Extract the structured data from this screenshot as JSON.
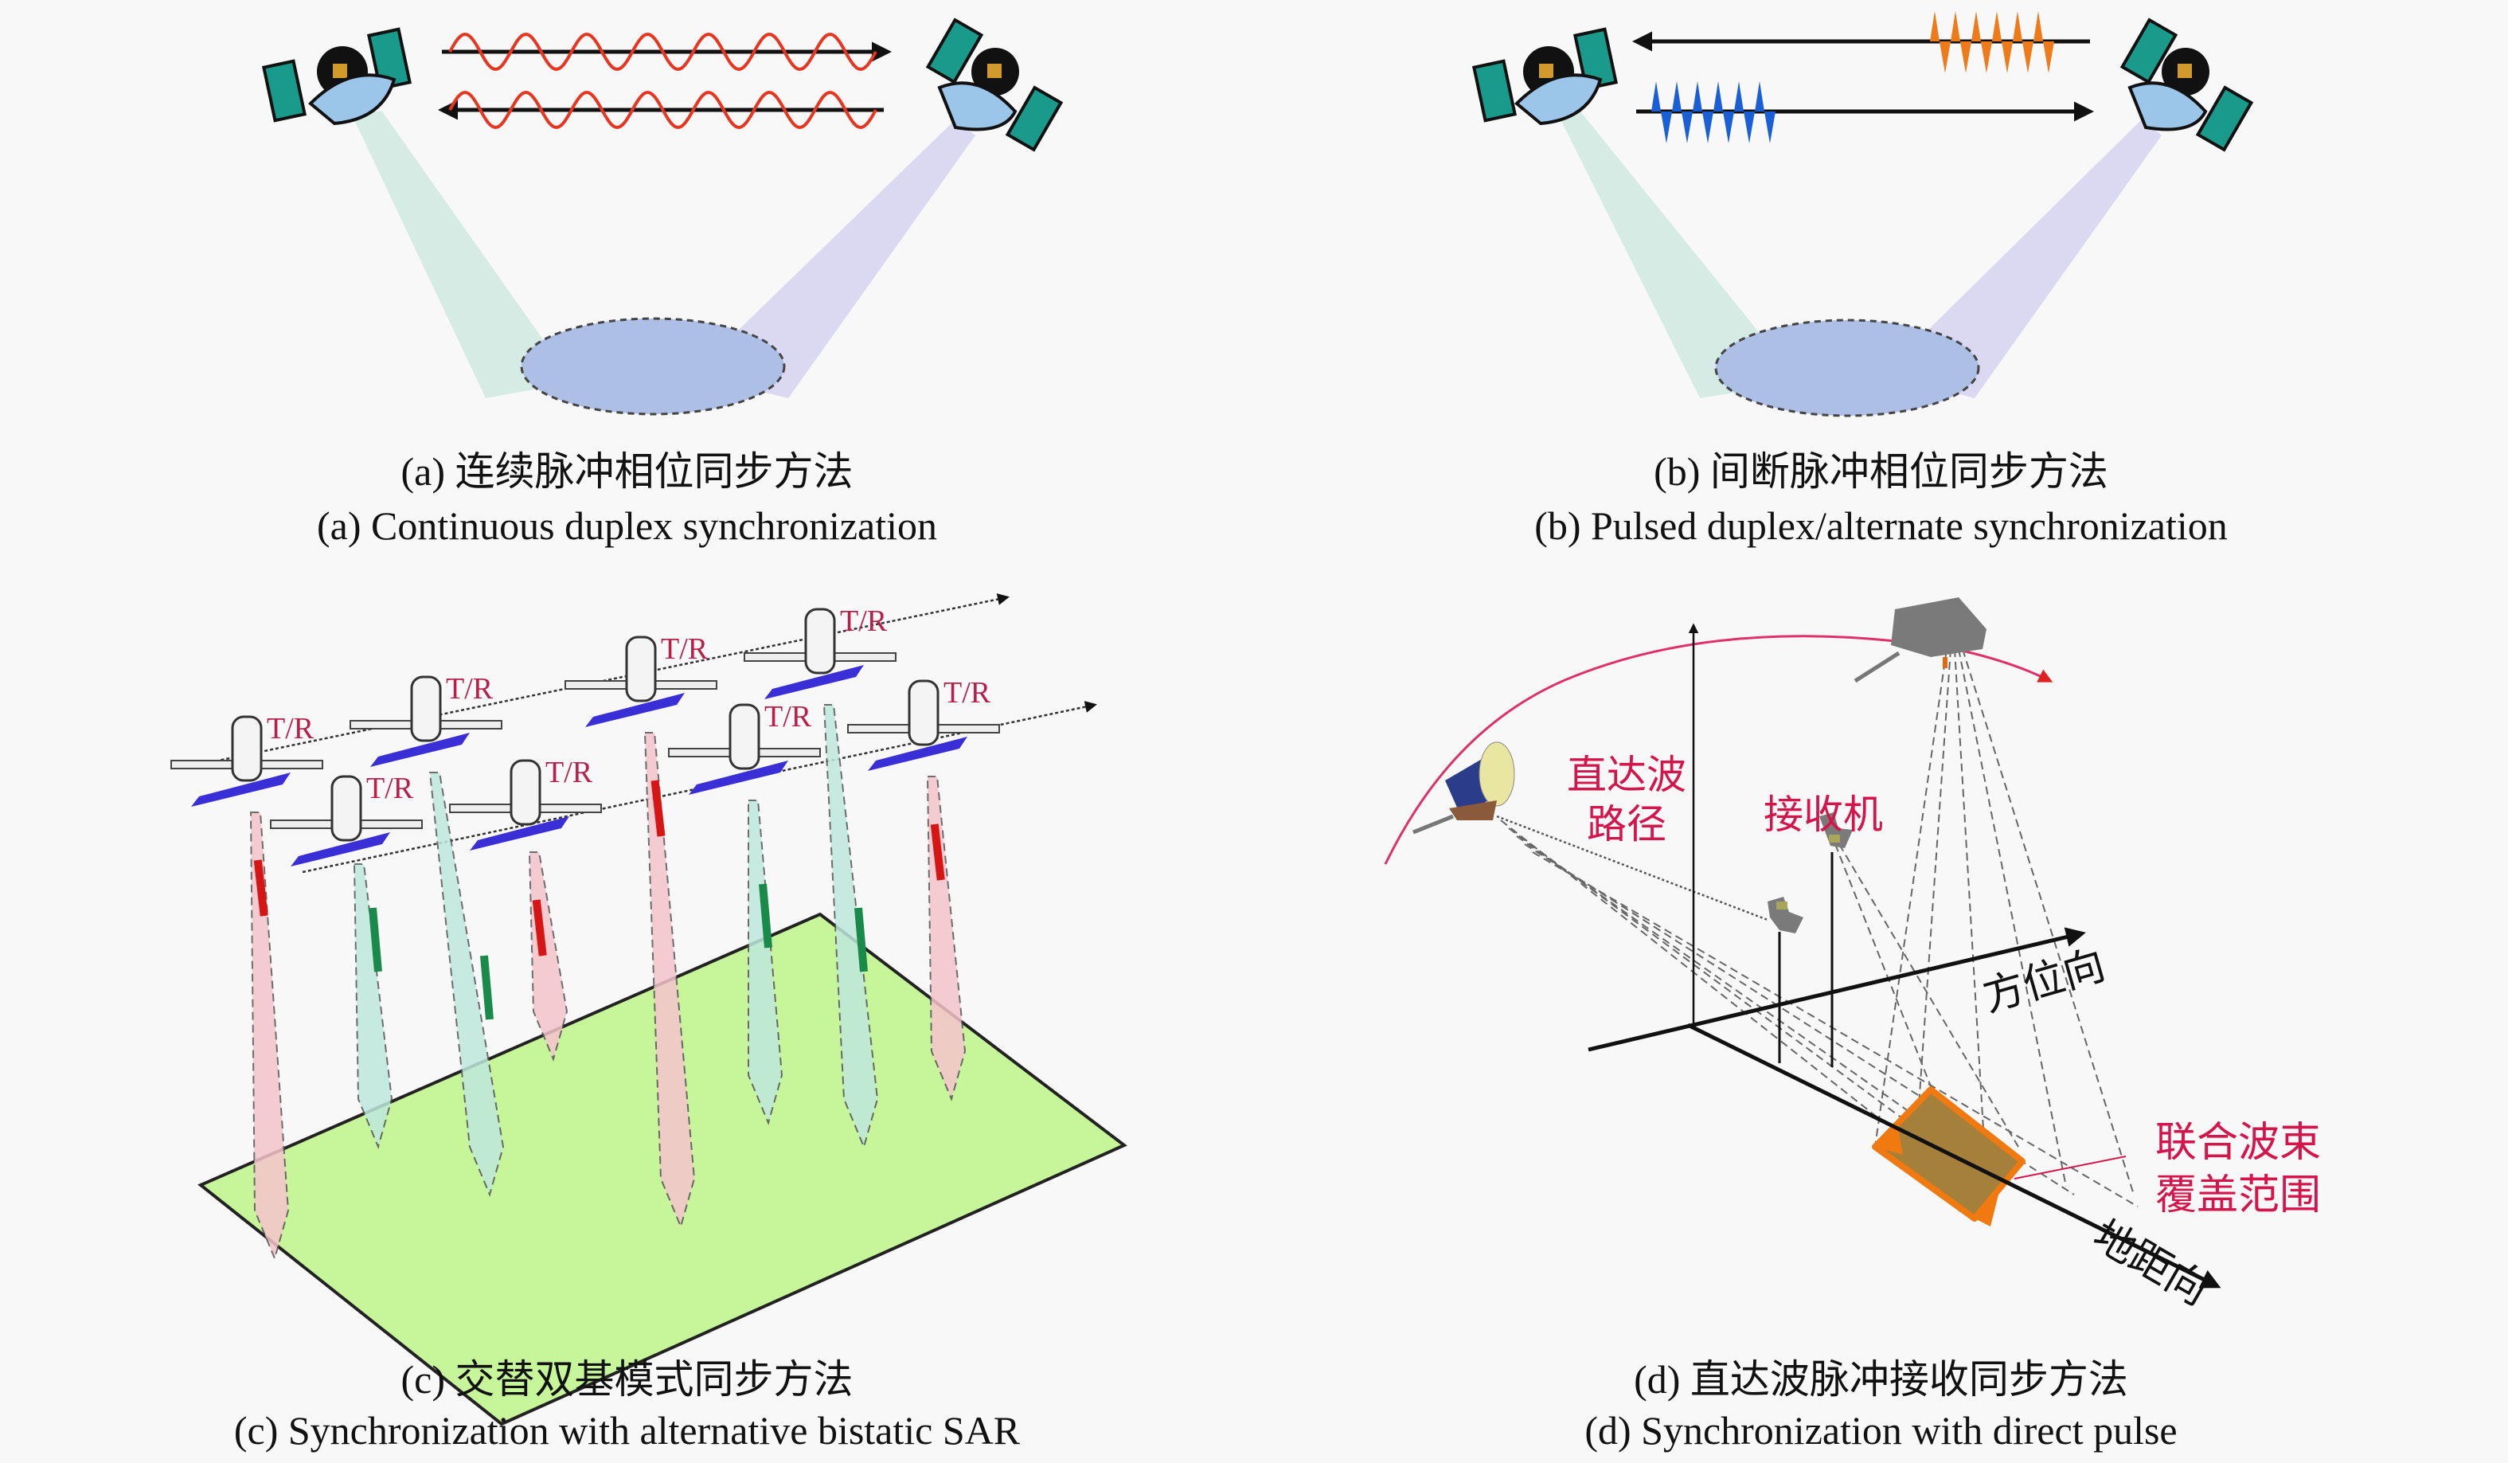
{
  "figure": {
    "panels": [
      {
        "id": "a",
        "caption_cn": "(a) 连续脉冲相位同步方法",
        "caption_en": "(a) Continuous duplex synchronization",
        "signal_type": "continuous-sine",
        "signal_color": "#e8351f",
        "beam_colors": {
          "left": "#c9ece0",
          "right": "#cfcdf2",
          "footprint": "#a9bde6"
        }
      },
      {
        "id": "b",
        "caption_cn": "(b) 间断脉冲相位同步方法",
        "caption_en": "(b) Pulsed duplex/alternate synchronization",
        "signal_type": "pulsed",
        "pulse_colors": {
          "outgoing": "#1a5fd6",
          "return": "#ef7a1a"
        },
        "pulse_count": 6
      },
      {
        "id": "c",
        "caption_cn": "(c) 交替双基模式同步方法",
        "caption_en": "(c) Synchronization with alternative bistatic SAR",
        "satellite_label": "T/R",
        "satellite_label_count": 8,
        "colors": {
          "tx_beam": "#f5c4cc",
          "rx_beam": "#bfe8dc",
          "ground": "#c6f59a",
          "tx_arrow": "#d61515",
          "rx_arrow": "#1a8a4a",
          "panel": "#3a2fd6"
        }
      },
      {
        "id": "d",
        "caption_cn": "(d) 直达波脉冲接收同步方法",
        "caption_en": "(d) Synchronization with direct pulse",
        "labels": {
          "direct_path_line1": "直达波",
          "direct_path_line2": "路径",
          "receiver": "接收机",
          "azimuth": "方位向",
          "ground_range": "地距向",
          "joint_beam_line1": "联合波束",
          "joint_beam_line2": "覆盖范围"
        },
        "colors": {
          "label_red": "#d4144a",
          "orbit": "#e0306a",
          "footprint": "#a5803a",
          "footprint_edge": "#f07a10"
        }
      }
    ]
  }
}
